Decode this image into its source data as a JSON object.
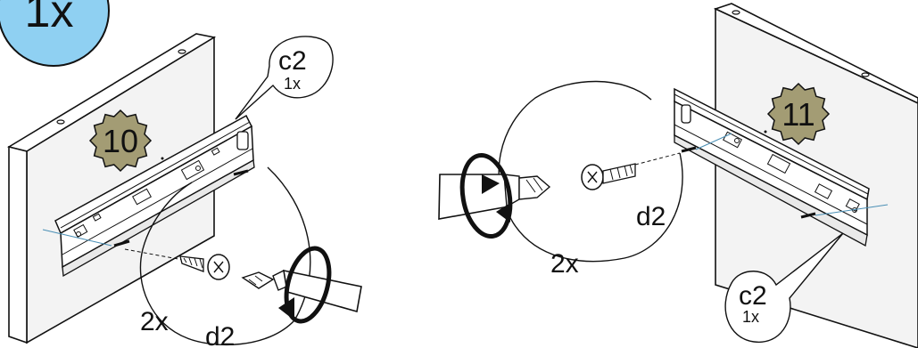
{
  "quantity_badge": {
    "text": "1x",
    "color": "#8fd0f2"
  },
  "colors": {
    "step_badge": "#a39c74",
    "ink": "#111111",
    "panel": "#f3f3f3"
  },
  "steps": [
    {
      "number": "10",
      "part_callout": {
        "code": "c2",
        "qty": "1x"
      },
      "detail": {
        "qty": "2x",
        "screw": "d2"
      }
    },
    {
      "number": "11",
      "part_callout": {
        "code": "c2",
        "qty": "1x"
      },
      "detail": {
        "qty": "2x",
        "screw": "d2"
      }
    }
  ],
  "icons": [
    "screwdriver-icon",
    "rotation-arrow-icon",
    "screw-icon",
    "drawer-slide-icon",
    "step-badge-icon"
  ]
}
